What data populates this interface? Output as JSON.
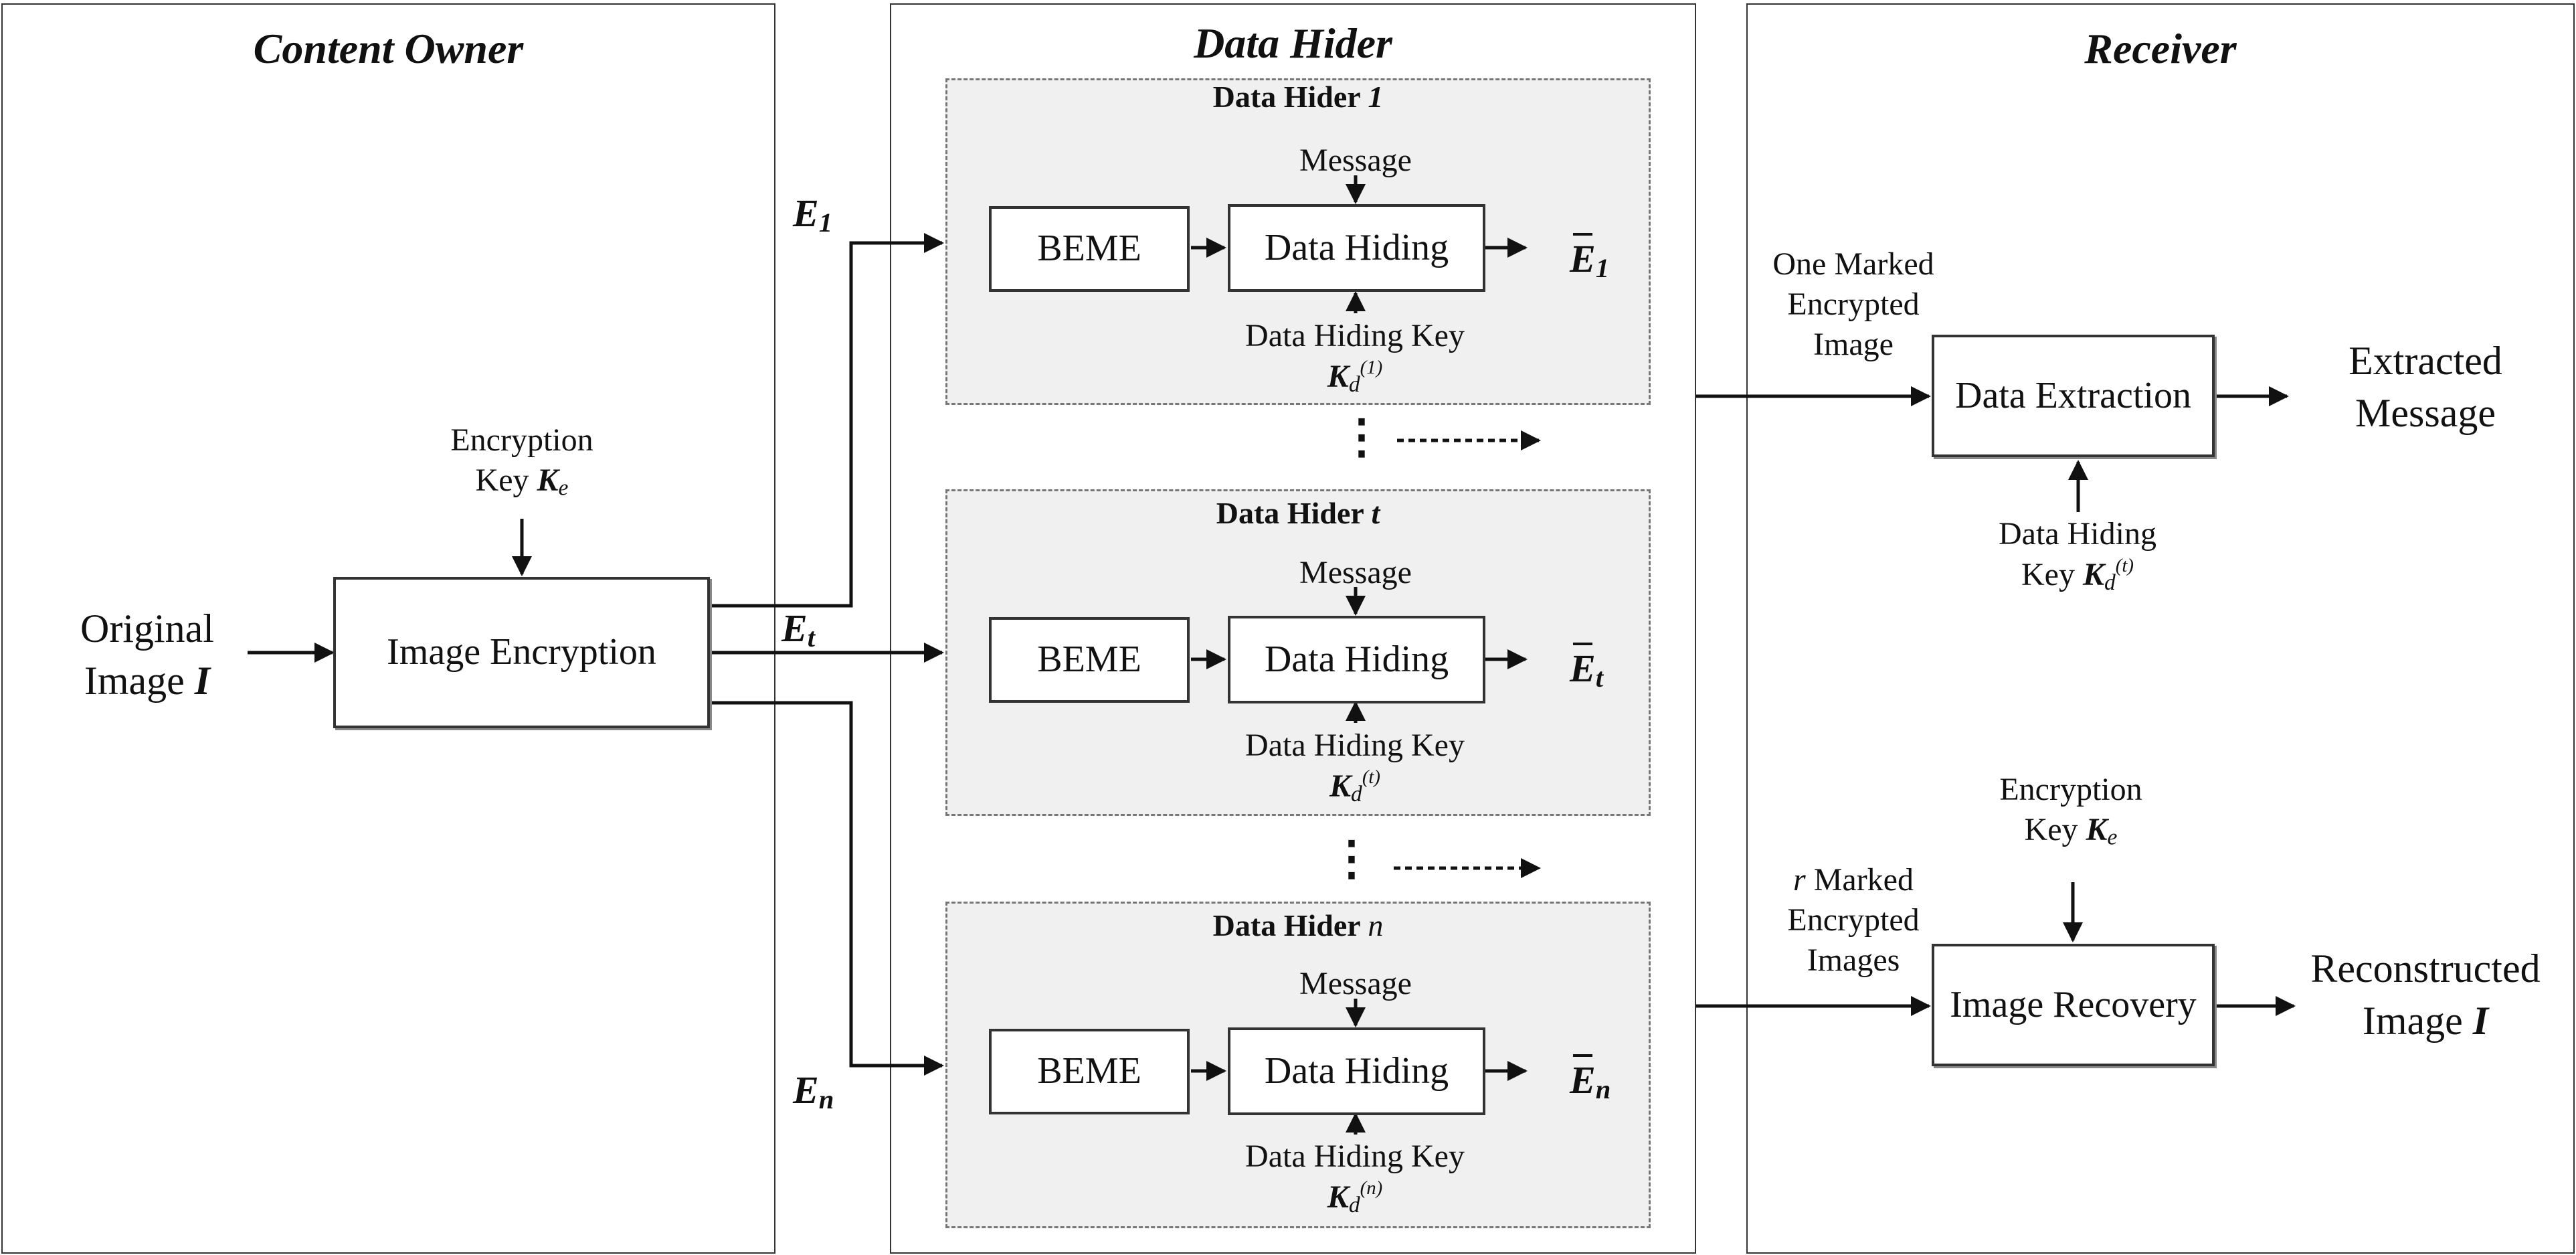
{
  "panels": {
    "content_owner": "Content Owner",
    "data_hider": "Data Hider",
    "receiver": "Receiver"
  },
  "content_owner": {
    "encryption_key_line1": "Encryption",
    "encryption_key_line2": "Key ",
    "encryption_key_symbol": "K",
    "encryption_key_sub": "e",
    "input_line1": "Original",
    "input_line2": "Image ",
    "input_symbol": "I",
    "encryption_box": "Image Encryption"
  },
  "outputs": {
    "e1_base": "E",
    "e1_sub": "1",
    "et_base": "E",
    "et_sub": "t",
    "en_base": "E",
    "en_sub": "n"
  },
  "data_hiders": [
    {
      "title_prefix": "Data Hider ",
      "title_index": "1",
      "message": "Message",
      "beme": "BEME",
      "hiding": "Data Hiding",
      "key_label": "Data Hiding Key",
      "key_base": "K",
      "key_sub": "d",
      "key_sup": "(1)",
      "out_base": "E",
      "out_sub": "1"
    },
    {
      "title_prefix": "Data Hider ",
      "title_index": "t",
      "message": "Message",
      "beme": "BEME",
      "hiding": "Data Hiding",
      "key_label": "Data Hiding Key",
      "key_base": "K",
      "key_sub": "d",
      "key_sup": "(t)",
      "out_base": "E",
      "out_sub": "t"
    },
    {
      "title_prefix": "Data Hider ",
      "title_index": "n",
      "message": "Message",
      "beme": "BEME",
      "hiding": "Data Hiding",
      "key_label": "Data Hiding Key",
      "key_base": "K",
      "key_sub": "d",
      "key_sup": "(n)",
      "out_base": "E",
      "out_sub": "n"
    }
  ],
  "ellipsis": "⋮",
  "receiver": {
    "one_marked_l1": "One Marked",
    "one_marked_l2": "Encrypted",
    "one_marked_l3": "Image",
    "extraction_box": "Data Extraction",
    "extracted_l1": "Extracted",
    "extracted_l2": "Message",
    "dh_key_l1": "Data Hiding",
    "dh_key_l2": "Key ",
    "dh_key_base": "K",
    "dh_key_sub": "d",
    "dh_key_sup": "(t)",
    "r_marked_r": "r",
    "r_marked_l1": " Marked",
    "r_marked_l2": "Encrypted",
    "r_marked_l3": "Images",
    "enc_key_l1": "Encryption",
    "enc_key_l2": "Key ",
    "enc_key_base": "K",
    "enc_key_sub": "e",
    "recovery_box": "Image Recovery",
    "recon_l1": "Reconstructed",
    "recon_l2": "Image ",
    "recon_symbol": "I"
  }
}
